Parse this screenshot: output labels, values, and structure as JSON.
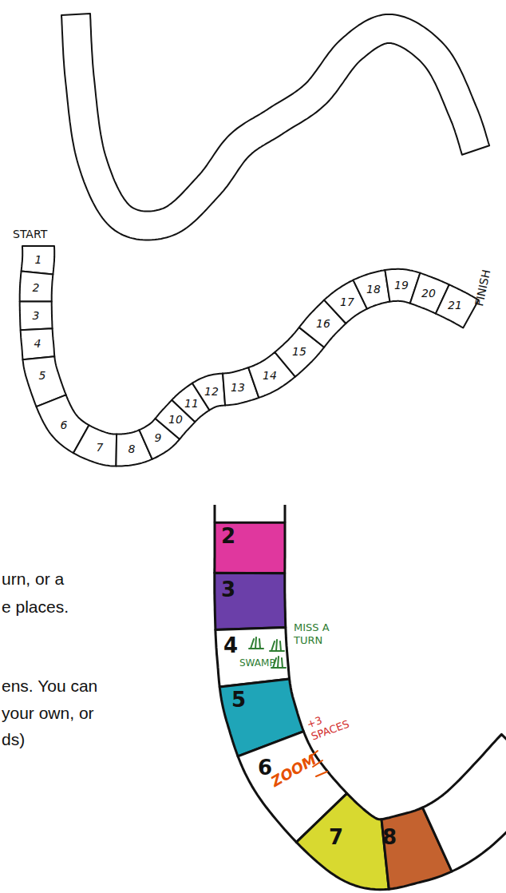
{
  "diagram": {
    "nodes": [
      {
        "text": [
          "1"
        ]
      },
      {
        "text": [
          "2"
        ]
      },
      {
        "text": [
          "3"
        ]
      },
      {
        "text": [
          "4"
        ]
      },
      {
        "text": [
          "5"
        ]
      },
      {
        "text": [
          "6"
        ]
      },
      {
        "text": [
          "7"
        ]
      },
      {
        "text": [
          "8"
        ]
      },
      {
        "text": [
          "9"
        ]
      },
      {
        "text": [
          "10"
        ]
      },
      {
        "text": [
          "11"
        ]
      },
      {
        "text": [
          "12"
        ]
      },
      {
        "text": [
          "13"
        ]
      },
      {
        "text": [
          "14"
        ]
      },
      {
        "text": [
          "15"
        ]
      },
      {
        "text": [
          "16"
        ]
      },
      {
        "text": [
          "17"
        ]
      },
      {
        "text": [
          "18"
        ]
      },
      {
        "text": [
          "19"
        ]
      },
      {
        "text": [
          "20"
        ]
      },
      {
        "text": [
          "21"
        ]
      },
      {
        "text": [
          "2"
        ]
      },
      {
        "text": [
          "3"
        ]
      },
      {
        "text": [
          "4",
          "SWAMP"
        ]
      },
      {
        "text": [
          "5"
        ]
      },
      {
        "text": [
          "6",
          "ZOOM"
        ]
      },
      {
        "text": [
          "7"
        ]
      },
      {
        "text": [
          "8"
        ]
      }
    ],
    "labels": [
      "START",
      "FINISH",
      "urn, or a",
      "e places.",
      "MISS A TURN",
      "+3 SPACES",
      "ens. You can",
      "your own, or",
      "ds)"
    ]
  }
}
